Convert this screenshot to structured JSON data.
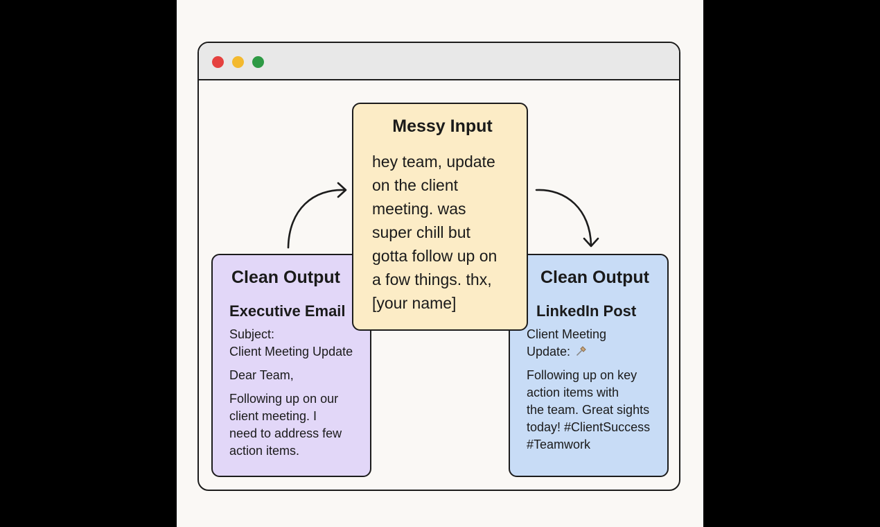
{
  "colors": {
    "page_background": "#faf8f5",
    "titlebar": "#e8e8e8",
    "dot_close": "#e5413f",
    "dot_minimize": "#f3b92e",
    "dot_maximize": "#2e9a45",
    "executive_card": "#e2d7f8",
    "messy_card": "#fcecc6",
    "linkedin_card": "#c8dcf6",
    "stroke": "#1c1c1c"
  },
  "window": {
    "controls": [
      "close-dot",
      "minimize-dot",
      "maximize-dot"
    ]
  },
  "messy_input": {
    "title": "Messy Input",
    "lines": [
      "hey team, update",
      "on the client",
      "meeting. was",
      "super chill but",
      "gotta follow up on",
      "a fow things. thx,",
      "[your name]"
    ]
  },
  "executive_email": {
    "title": "Clean Output",
    "subtitle": "Executive Email",
    "subject_lines": [
      "Subject:",
      "Client Meeting Update"
    ],
    "greeting": "Dear Team,",
    "body_lines": [
      "Following up on our",
      "client meeting. I",
      "need to address  few",
      "action items."
    ]
  },
  "linkedin_post": {
    "title": "Clean Output",
    "subtitle": "LinkedIn Post",
    "headline_lines": [
      "Client Meeting",
      "Update:"
    ],
    "headline_icon": "pushpin-icon",
    "body_lines": [
      "Following up on key",
      "action items with",
      "the team. Great sights",
      "today! #ClientSuccess",
      "#Teamwork"
    ]
  }
}
